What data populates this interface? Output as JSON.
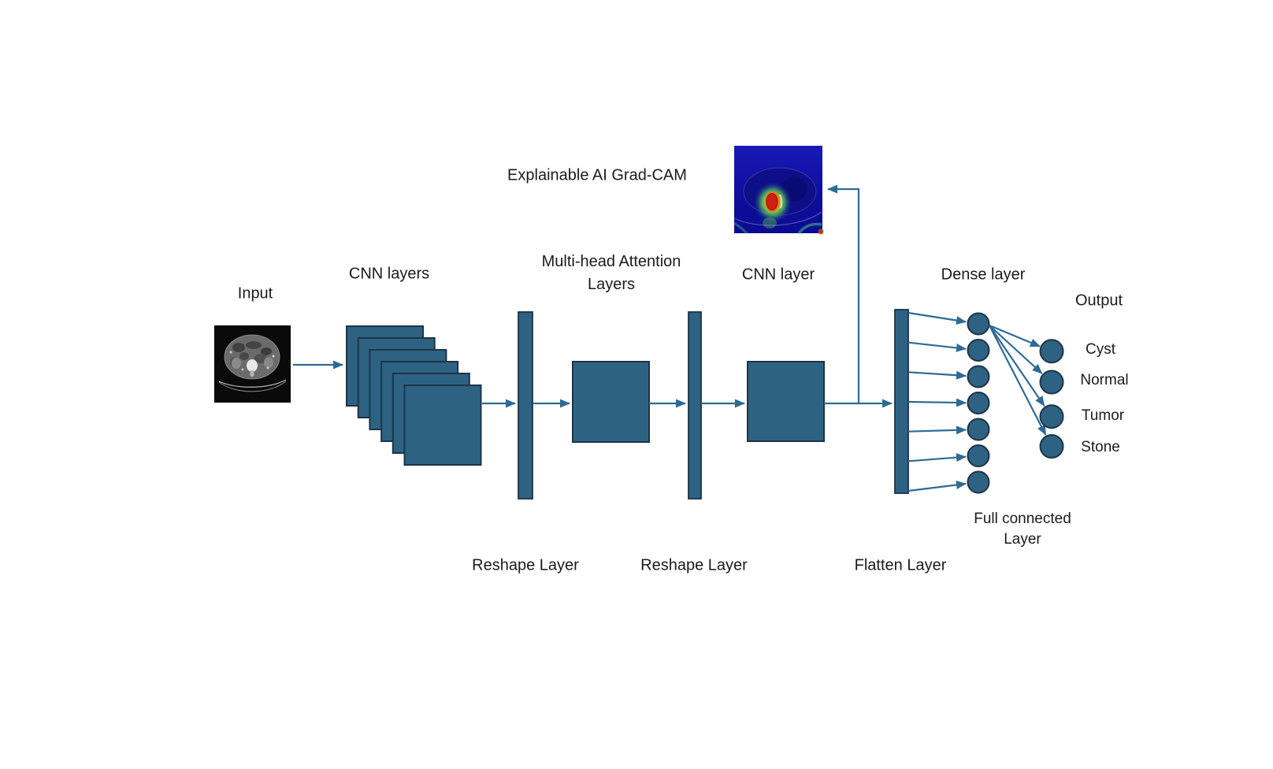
{
  "labels": {
    "input": "Input",
    "cnn_layers": "CNN layers",
    "multi_head_attention": {
      "line1": "Multi-head Attention",
      "line2": "Layers"
    },
    "explainable_ai": "Explainable AI Grad-CAM",
    "cnn_layer": "CNN layer",
    "dense_layer": "Dense layer",
    "output": "Output",
    "reshape_layer": "Reshape Layer",
    "flatten_layer": "Flatten Layer",
    "full_connected": {
      "line1": "Full connected",
      "line2": "Layer"
    }
  },
  "output_classes": [
    "Cyst",
    "Normal",
    "Tumor",
    "Stone"
  ],
  "network": {
    "cnn_stack_feature_maps": 6,
    "dense_neuron_count": 7,
    "output_neuron_count": 4
  },
  "colors": {
    "shape-fill": "#2E6283",
    "shape-stroke": "#1C3447",
    "arrow": "#2E6A94",
    "text": "#1B1B1B",
    "gradcam-bg": "#0E0EA0"
  }
}
